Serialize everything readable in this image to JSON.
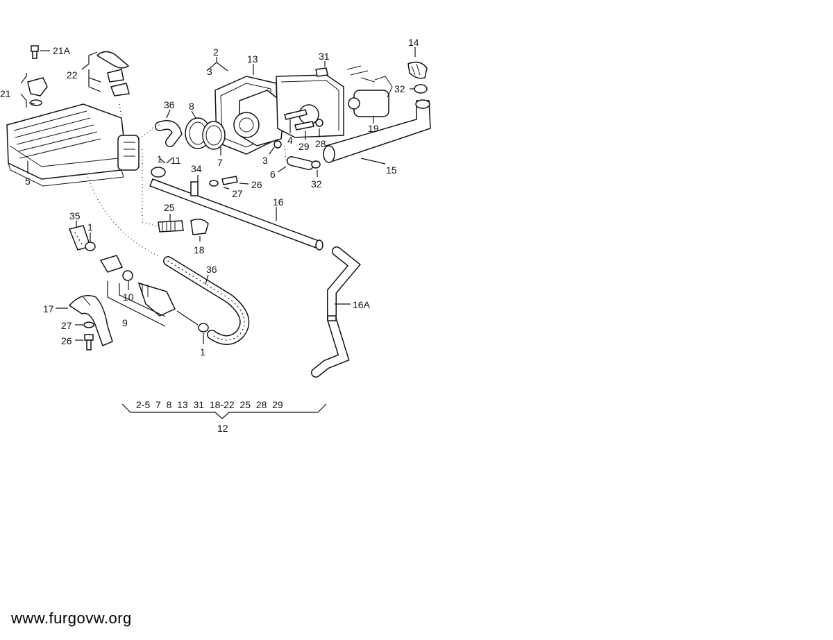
{
  "watermark": "www.furgovw.org",
  "labels": {
    "l_21A": "21A",
    "l_22": "22",
    "l_21": "21",
    "l_5": "5",
    "l_36a": "36",
    "l_8": "8",
    "l_2": "2",
    "l_3a": "3",
    "l_13": "13",
    "l_31": "31",
    "l_14": "14",
    "l_32a": "32",
    "l_19": "19",
    "l_4": "4",
    "l_29": "29",
    "l_28": "28",
    "l_15": "15",
    "l_7": "7",
    "l_3b": "3",
    "l_6": "6",
    "l_32b": "32",
    "l_1a": "1",
    "l_11": "11",
    "l_34": "34",
    "l_27a": "27",
    "l_26a": "26",
    "l_16": "16",
    "l_25": "25",
    "l_18": "18",
    "l_35": "35",
    "l_1b": "1",
    "l_36b": "36",
    "l_10": "10",
    "l_16A": "16A",
    "l_17": "17",
    "l_9": "9",
    "l_27b": "27",
    "l_26b": "26",
    "l_1c": "1",
    "l_12": "12"
  },
  "kit_contents": "2-5  7  8  13  31  18-22  25  28  29"
}
